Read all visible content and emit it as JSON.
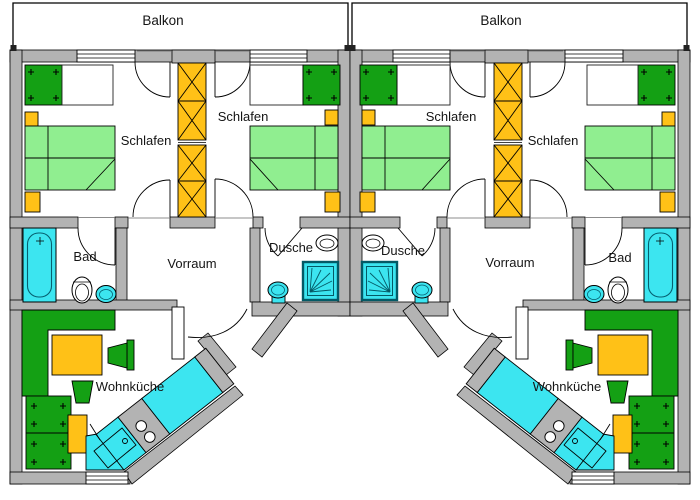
{
  "plan": {
    "kind": "two-unit apartment floor plan",
    "units": {
      "left": {
        "balcony": "Balkon",
        "bedroom_outer": "Schlafen",
        "bedroom_inner": "Schlafen",
        "bath": "Bad",
        "hall": "Vorraum",
        "shower_room": "Dusche",
        "living_kitchen": "Wohnküche"
      },
      "right": {
        "balcony": "Balkon",
        "bedroom_inner": "Schlafen",
        "bedroom_outer": "Schlafen",
        "bath": "Bad",
        "hall": "Vorraum",
        "shower_room": "Dusche",
        "living_kitchen": "Wohnküche"
      }
    },
    "colors": {
      "wall_gray": "#b3b3b3",
      "furniture_green": "#14a014",
      "bed_green": "#90ee90",
      "accent_orange": "#ffc117",
      "fixture_cyan": "#3ce5f0",
      "outline": "#000000",
      "background": "#ffffff"
    }
  }
}
